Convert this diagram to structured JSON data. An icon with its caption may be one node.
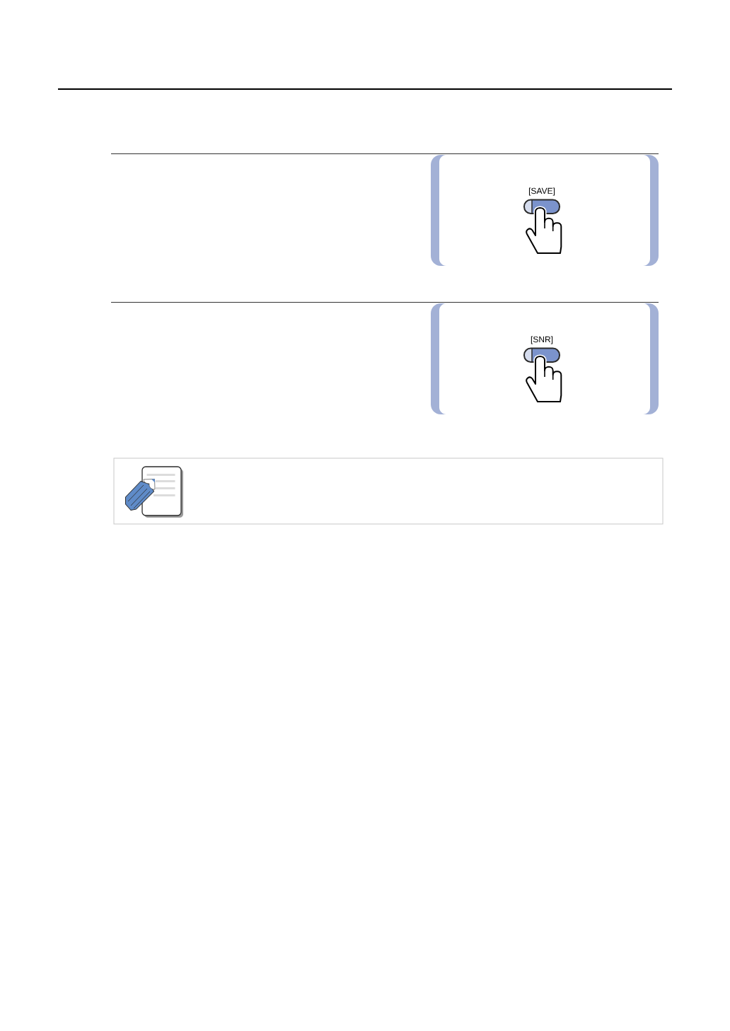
{
  "diagram": {
    "nodes": [
      {
        "text": [
          "[SAVE]"
        ]
      },
      {
        "text": [
          "[SNR]"
        ]
      },
      {
        "text": [],
        "shape": "box"
      }
    ]
  }
}
